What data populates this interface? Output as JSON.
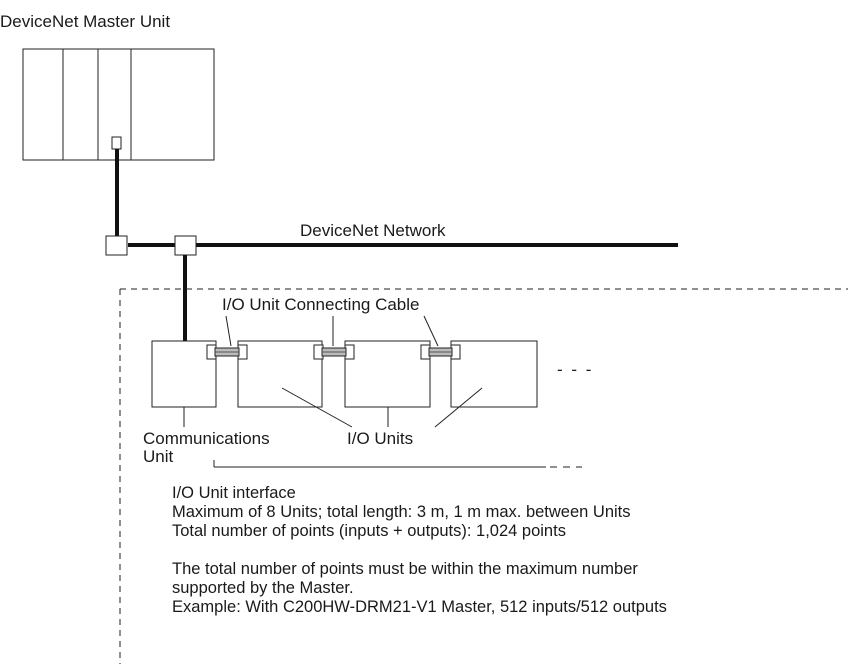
{
  "labels": {
    "master_unit": "DeviceNet Master Unit",
    "network": "DeviceNet Network",
    "connecting_cable": "I/O Unit Connecting Cable",
    "communications_unit_line1": "Communications",
    "communications_unit_line2": "Unit",
    "io_units": "I/O Units",
    "continuation": "- - -"
  },
  "notes": {
    "interface_title": "I/O Unit interface",
    "max_units": "Maximum of 8 Units; total length: 3 m, 1 m max. between Units",
    "total_points": "Total number of points (inputs + outputs): 1,024 points",
    "within_max_line1": "The total number of points must be within the maximum number",
    "within_max_line2": "supported by the Master.",
    "example": "Example: With C200HW-DRM21-V1 Master, 512 inputs/512 outputs"
  }
}
